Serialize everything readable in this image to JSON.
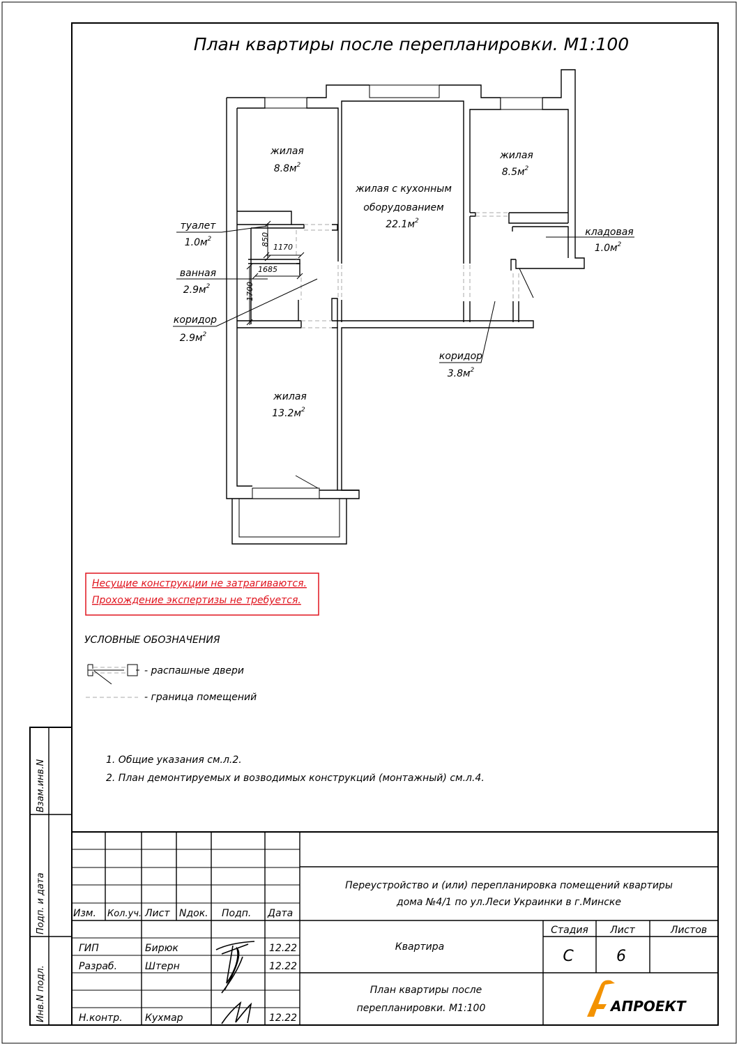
{
  "plan": {
    "title": "План квартиры после перепланировки. М1:100",
    "rooms": [
      {
        "id": "living1",
        "name": "жилая",
        "area": "8.8м",
        "sup": "2"
      },
      {
        "id": "living-kitchen",
        "name_line1": "жилая с кухонным",
        "name_line2": "оборудованием",
        "area": "22.1м",
        "sup": "2"
      },
      {
        "id": "living2",
        "name": "жилая",
        "area": "8.5м",
        "sup": "2"
      },
      {
        "id": "storage",
        "name": "кладовая",
        "area": "1.0м",
        "sup": "2"
      },
      {
        "id": "toilet",
        "name": "туалет",
        "area": "1.0м",
        "sup": "2"
      },
      {
        "id": "bath",
        "name": "ванная",
        "area": "2.9м",
        "sup": "2"
      },
      {
        "id": "corridor1",
        "name": "коридор",
        "area": "2.9м",
        "sup": "2"
      },
      {
        "id": "corridor2",
        "name": "коридор",
        "area": "3.8м",
        "sup": "2"
      },
      {
        "id": "living3",
        "name": "жилая",
        "area": "13.2м",
        "sup": "2"
      }
    ],
    "dimensions": [
      "850",
      "1170",
      "1685",
      "1700"
    ]
  },
  "notice": {
    "line1": "Несущие конструкции не затрагиваются.",
    "line2": "Прохождение экспертизы не требуется."
  },
  "legend": {
    "title": "УСЛОВНЫЕ ОБОЗНАЧЕНИЯ",
    "items": [
      "- распашные двери",
      "- граница помещений"
    ]
  },
  "notes": [
    "1. Общие указания см.л.2.",
    "2. План демонтируемых и возводимых конструкций (монтажный) см.л.4."
  ],
  "side_labels": [
    "Взам.инв.N",
    "Подп. и дата",
    "Инв.N подл."
  ],
  "stamp": {
    "headers": [
      "Изм.",
      "Кол.уч.",
      "Лист",
      "Nдок.",
      "Подп.",
      "Дата"
    ],
    "project_line1": "Переустройство и  (или) перепланировка помещений квартиры",
    "project_line2": "дома №4/1 по ул.Леси Украинки в г.Минске",
    "object": "Квартира",
    "sheet_title_line1": "План квартиры после",
    "sheet_title_line2": "перепланировки. М1:100",
    "stage_label": "Стадия",
    "sheet_label": "Лист",
    "sheets_label": "Листов",
    "stage_value": "С",
    "sheet_value": "6",
    "people": [
      {
        "role": "ГИП",
        "name": "Бирюк",
        "date": "12.22"
      },
      {
        "role": "Разраб.",
        "name": "Штерн",
        "date": "12.22"
      },
      {
        "role": "Н.контр.",
        "name": "Кухмар",
        "date": "12.22"
      }
    ],
    "logo": "АПРОЕКТ"
  },
  "colors": {
    "notice": "#e0141e",
    "logo": "#f39200",
    "lines": "#000000"
  }
}
